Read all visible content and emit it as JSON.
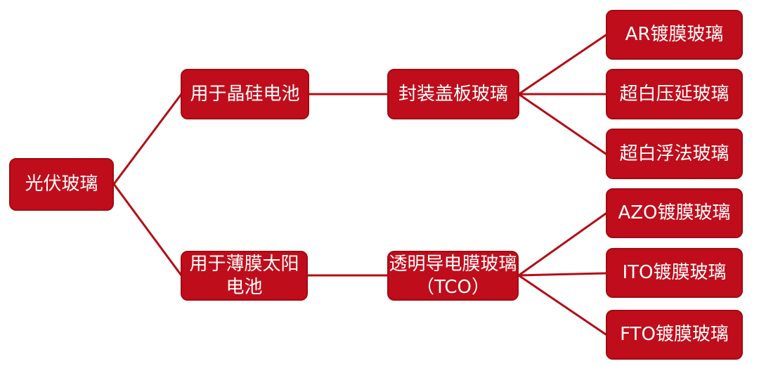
{
  "diagram": {
    "type": "tree",
    "orientation": "left-to-right",
    "colors": {
      "node_fill": "#C00D1B",
      "node_border": "#A30A12",
      "node_text": "#FFFFFF",
      "connector": "#B40D15",
      "background": "#FFFFFF"
    },
    "root": {
      "label": "光伏玻璃",
      "children": [
        {
          "label": "用于晶硅电池",
          "children": [
            {
              "label": "封装盖板玻璃",
              "children": [
                {
                  "label": "AR镀膜玻璃"
                },
                {
                  "label": "超白压延玻璃"
                },
                {
                  "label": "超白浮法玻璃"
                }
              ]
            }
          ]
        },
        {
          "label": "用于薄膜太阳\n电池",
          "children": [
            {
              "label": "透明导电膜玻璃\n（TCO）",
              "children": [
                {
                  "label": "AZO镀膜玻璃"
                },
                {
                  "label": "ITO镀膜玻璃"
                },
                {
                  "label": "FTO镀膜玻璃"
                }
              ]
            }
          ]
        }
      ]
    }
  }
}
